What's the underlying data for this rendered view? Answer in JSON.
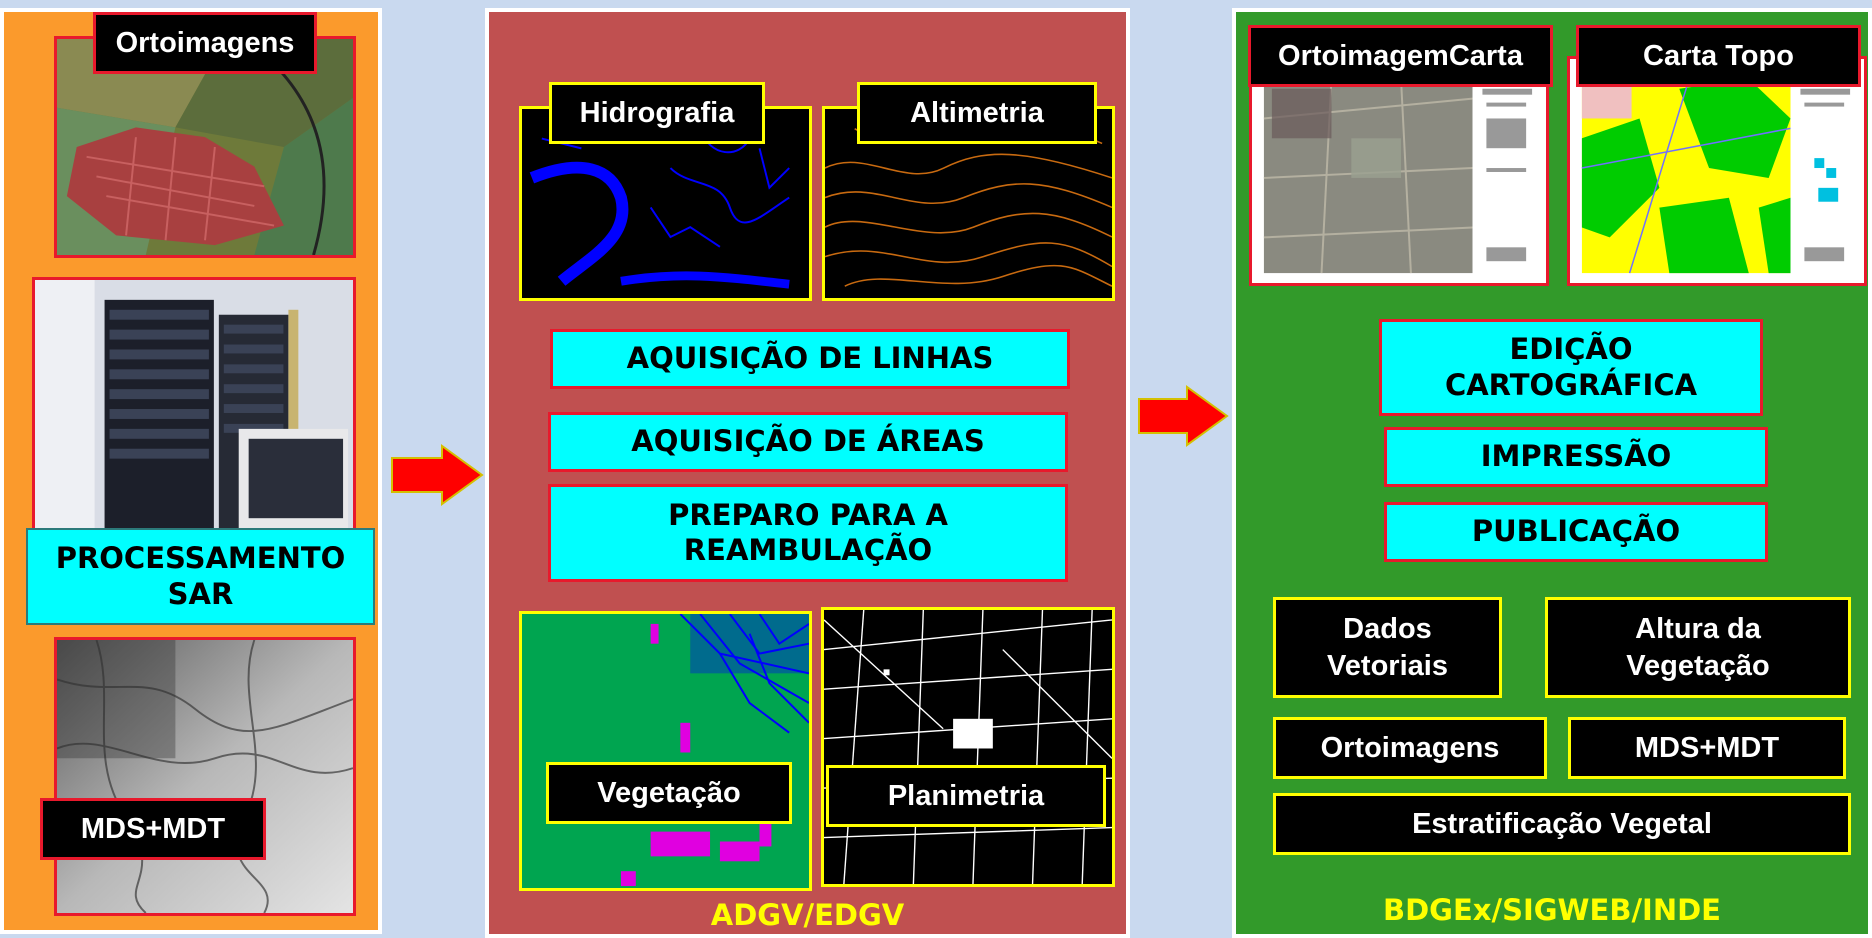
{
  "left_panel": {
    "ortoimagens_label": "Ortoimagens",
    "processamento_label_line1": "PROCESSAMENTO",
    "processamento_label_line2": "SAR",
    "mds_mdt_label": "MDS+MDT"
  },
  "middle_panel": {
    "hidrografia_label": "Hidrografia",
    "altimetria_label": "Altimetria",
    "aquisicao_linhas": "AQUISIÇÃO DE LINHAS",
    "aquisicao_areas": "AQUISIÇÃO DE ÁREAS",
    "preparo_line1": "PREPARO PARA A",
    "preparo_line2": "REAMBULAÇÃO",
    "vegetacao_label": "Vegetação",
    "planimetria_label": "Planimetria",
    "footer": "ADGV/EDGV"
  },
  "right_panel": {
    "ortoimagemcarta_label": "OrtoimagemCarta",
    "carta_topo_label": "Carta Topo",
    "edicao_line1": "EDIÇÃO",
    "edicao_line2": "CARTOGRÁFICA",
    "impressao": "IMPRESSÃO",
    "publicacao": "PUBLICAÇÃO",
    "dados_line1": "Dados",
    "dados_line2": "Vetoriais",
    "altura_line1": "Altura da",
    "altura_line2": "Vegetação",
    "ortoimagens": "Ortoimagens",
    "mds_mdt": "MDS+MDT",
    "estratificacao": "Estratificação Vegetal",
    "footer": "BDGEx/SIGWEB/INDE"
  },
  "colors": {
    "background": "#c9d9ef",
    "left_panel": "#fb9a2c",
    "middle_panel": "#c05050",
    "right_panel": "#329a2a",
    "cyan_box": "#00ffff",
    "arrow": "#ff0000",
    "footer_text": "#ffff00"
  },
  "icons": [
    "right-arrow-icon"
  ]
}
